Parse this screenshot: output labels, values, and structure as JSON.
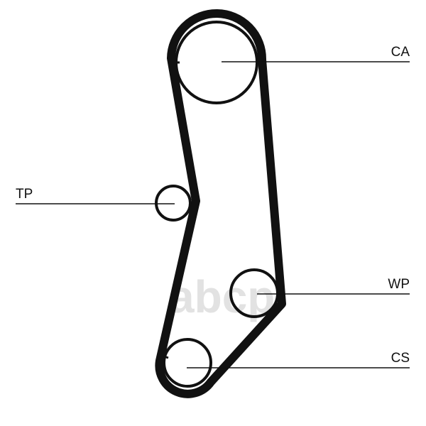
{
  "diagram": {
    "labels": {
      "ca": "CA",
      "tp": "TP",
      "wp": "WP",
      "cs": "CS"
    },
    "watermark": "abcp",
    "colors": {
      "belt": "#111111",
      "line": "#111111",
      "watermark": "#cfcfcf"
    }
  }
}
